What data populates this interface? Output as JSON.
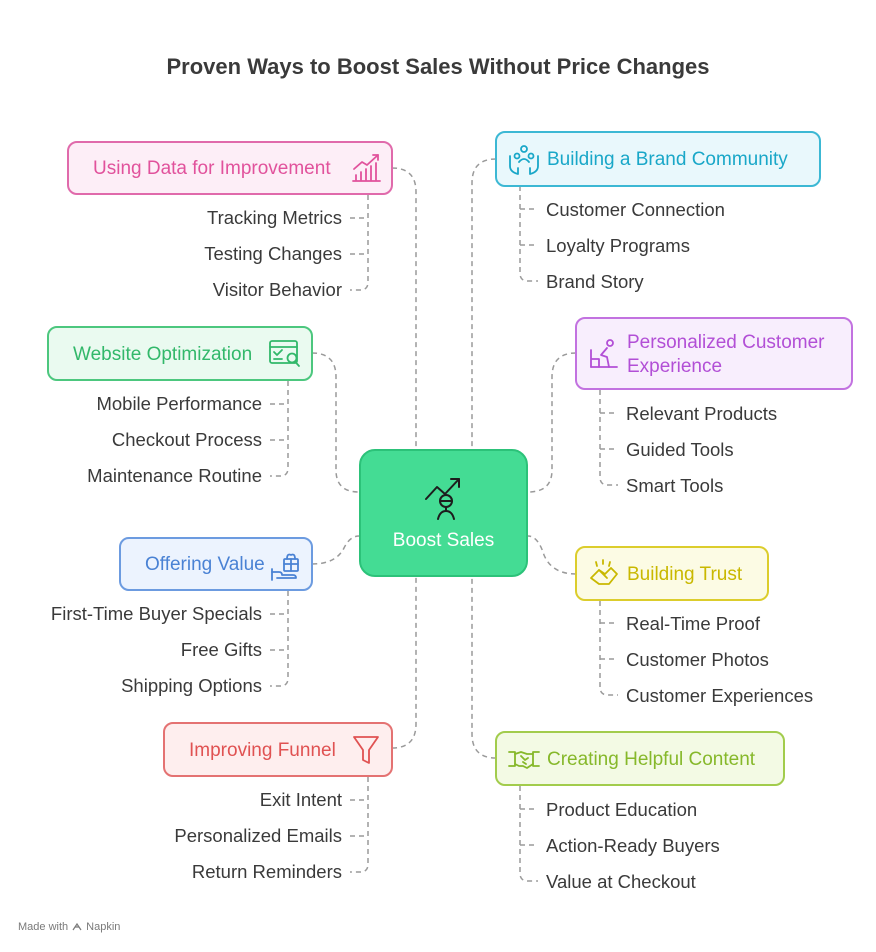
{
  "title": "Proven Ways to Boost Sales Without Price Changes",
  "center": {
    "label": "Boost Sales",
    "icon": "person-growth-arrow-icon",
    "color": "#44dc94"
  },
  "branches": {
    "data": {
      "label": "Using Data for Improvement",
      "icon": "growth-chart-icon",
      "color": "#e1529c",
      "items": [
        "Tracking Metrics",
        "Testing Changes",
        "Visitor Behavior"
      ]
    },
    "website": {
      "label": "Website Optimization",
      "icon": "browser-search-icon",
      "color": "#32b86a",
      "items": [
        "Mobile Performance",
        "Checkout Process",
        "Maintenance Routine"
      ]
    },
    "value": {
      "label": "Offering Value",
      "icon": "gift-hand-icon",
      "color": "#4a82d4",
      "items": [
        "First-Time Buyer Specials",
        "Free Gifts",
        "Shipping Options"
      ]
    },
    "funnel": {
      "label": "Improving Funnel",
      "icon": "funnel-icon",
      "color": "#e05252",
      "items": [
        "Exit Intent",
        "Personalized Emails",
        "Return Reminders"
      ]
    },
    "community": {
      "label": "Building a Brand Community",
      "icon": "community-hands-icon",
      "color": "#19a7c8",
      "items": [
        "Customer Connection",
        "Loyalty Programs",
        "Brand Story"
      ]
    },
    "personal": {
      "label_line1": "Personalized Customer",
      "label_line2": "Experience",
      "icon": "person-desk-icon",
      "color": "#b24fd6",
      "items": [
        "Relevant Products",
        "Guided Tools",
        "Smart Tools"
      ]
    },
    "trust": {
      "label": "Building Trust",
      "icon": "handshake-sparkle-icon",
      "color": "#c9b800",
      "items": [
        "Real-Time Proof",
        "Customer Photos",
        "Customer Experiences"
      ]
    },
    "content": {
      "label": "Creating Helpful Content",
      "icon": "handshake-icon",
      "color": "#86b82a",
      "items": [
        "Product Education",
        "Action-Ready Buyers",
        "Value at Checkout"
      ]
    }
  },
  "footer": {
    "made_with": "Made with",
    "brand": "Napkin"
  }
}
